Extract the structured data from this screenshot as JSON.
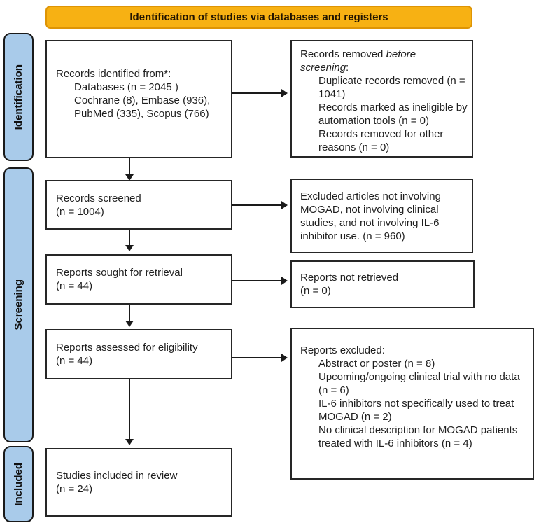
{
  "banner": {
    "label": "Identification of studies via databases and registers"
  },
  "stages": [
    {
      "label": "Identification"
    },
    {
      "label": "Screening"
    },
    {
      "label": "Included"
    }
  ],
  "colors": {
    "banner_fill": "#F7B113",
    "banner_border": "#DE9404",
    "banner_text": "#221500",
    "stage_fill": "#A9CBEA",
    "stage_border": "#1A1A1A",
    "box_border": "#262626",
    "text": "#1F1F1F",
    "arrow": "#1A1A1A"
  },
  "boxes": {
    "identified": {
      "title": "Records identified from*:",
      "lines": [
        "Databases (n = 2045 )",
        "Cochrane (8), Embase (936),",
        "PubMed (335), Scopus (766)"
      ]
    },
    "removed": {
      "title_regular": "Records removed ",
      "title_italic_line1": "before",
      "title_italic_line2": "screening",
      "title_suffix": ":",
      "items": [
        "Duplicate records removed (n = 1041)",
        "Records marked as ineligible by automation tools (n = 0)",
        "Records removed for other reasons (n = 0)"
      ]
    },
    "screened": {
      "line1": "Records screened",
      "line2": "(n = 1004)"
    },
    "excluded_articles": {
      "text": "Excluded articles not involving MOGAD, not involving clinical studies, and not involving IL-6 inhibitor use. (n = 960)"
    },
    "sought": {
      "line1": "Reports sought for retrieval",
      "line2": "(n = 44)"
    },
    "not_retrieved": {
      "line1": "Reports not retrieved",
      "line2": "(n = 0)"
    },
    "assessed": {
      "line1": "Reports assessed for eligibility",
      "line2": "(n = 44)"
    },
    "reports_excluded": {
      "title": "Reports excluded:",
      "items": [
        "Abstract or poster (n = 8)",
        "Upcoming/ongoing clinical trial with no data (n = 6)",
        "IL-6 inhibitors not specifically used to treat MOGAD (n = 2)",
        "No clinical description for MOGAD patients treated with IL-6 inhibitors (n = 4)"
      ]
    },
    "included": {
      "line1": "Studies included in review",
      "line2": "(n = 24)"
    }
  }
}
